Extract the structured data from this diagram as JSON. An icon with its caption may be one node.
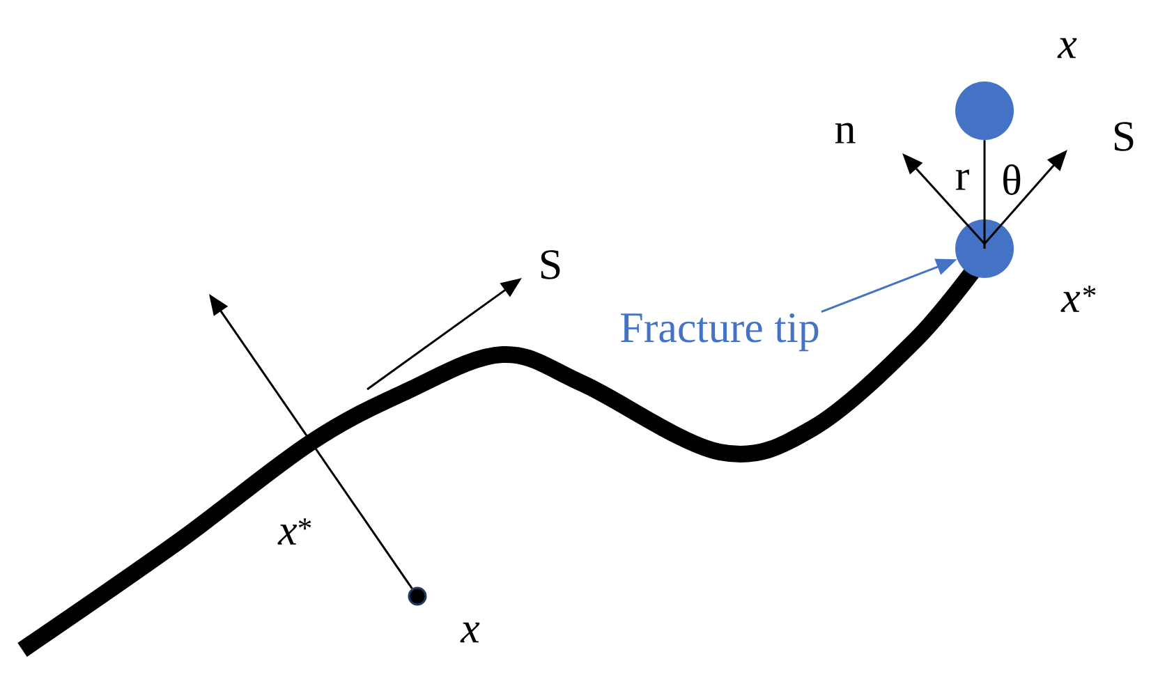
{
  "diagram": {
    "nodes": [
      {
        "text": [],
        "shape": "circle",
        "beside": [
          "x"
        ]
      },
      {
        "text": [],
        "shape": "circle",
        "beside": [
          "*x*$^{*}$"
        ]
      },
      {
        "text": [
          "Fracture tip"
        ]
      },
      {
        "text": [],
        "shape": "circle",
        "beside": [
          "x"
        ]
      }
    ],
    "edges": [
      {
        "from": 1,
        "to": 0,
        "arrow": "none",
        "label": "r"
      },
      {
        "from": 2,
        "to": 1,
        "arrow": "to",
        "color": "#4472c4"
      },
      {
        "from": 3,
        "to": null,
        "arrow": "to"
      }
    ],
    "labels": [
      "n",
      "S",
      "θ",
      "S",
      "*x*$^{*}$"
    ]
  }
}
